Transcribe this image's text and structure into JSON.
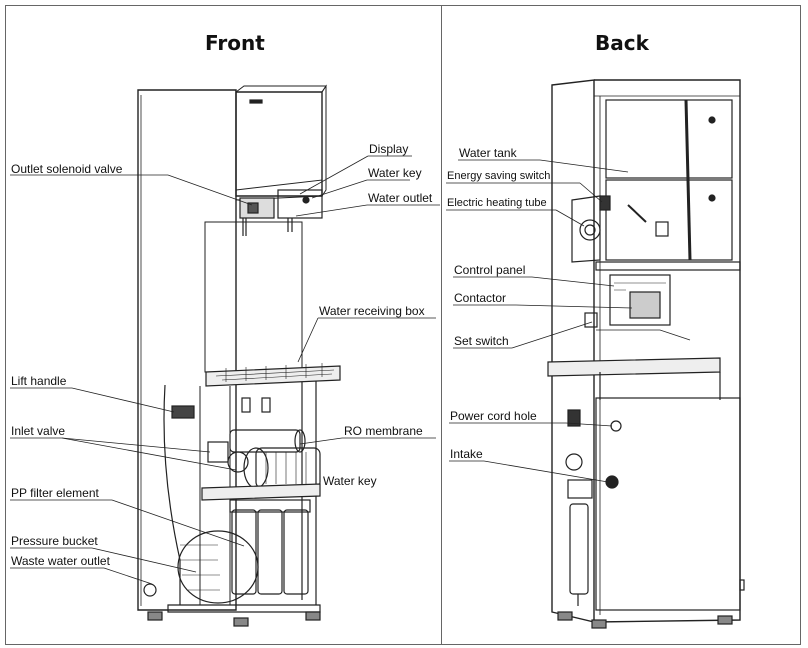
{
  "panels": {
    "front": {
      "title": "Front",
      "labels": {
        "display": "Display",
        "outlet_solenoid_valve": "Outlet solenoid valve",
        "water_key_top": "Water key",
        "water_outlet": "Water outlet",
        "water_receiving_box": "Water receiving box",
        "lift_handle": "Lift handle",
        "inlet_valve": "Inlet valve",
        "ro_membrane": "RO membrane",
        "water_key_lower": "Water key",
        "pp_filter_element": "PP filter element",
        "pressure_bucket": "Pressure bucket",
        "waste_water_outlet": "Waste water outlet"
      }
    },
    "back": {
      "title": "Back",
      "labels": {
        "water_tank": "Water tank",
        "energy_saving_switch": "Energy saving switch",
        "electric_heating_tube": "Electric heating tube",
        "control_panel": "Control panel",
        "contactor": "Contactor",
        "set_switch": "Set switch",
        "power_cord_hole": "Power cord hole",
        "intake": "Intake"
      }
    }
  }
}
